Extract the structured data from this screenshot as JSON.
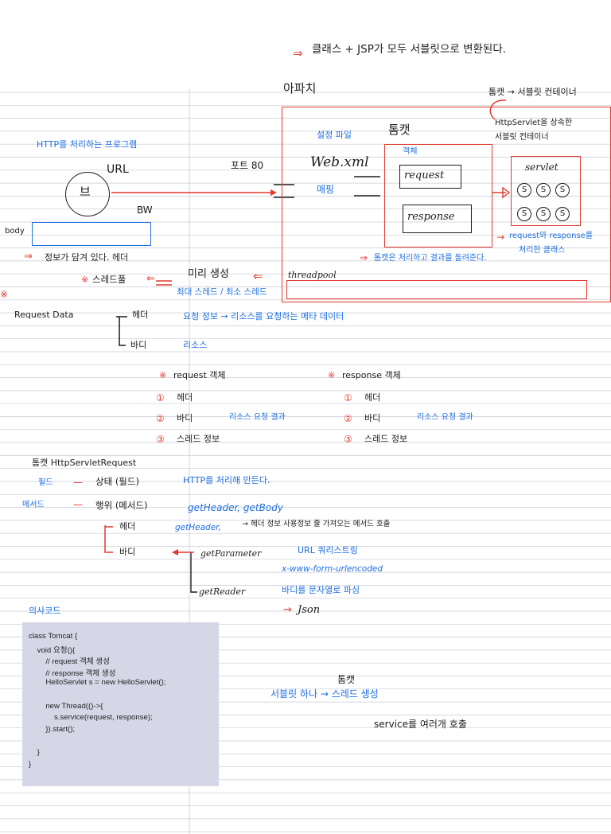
{
  "colors": {
    "ink": "#1c1c1c",
    "pen_blue": "#1f6fe0",
    "pen_red": "#e23a2e",
    "code_bg": "#d5d7e7",
    "rule_line": "#c9cbd6"
  },
  "note": {
    "top_arrow": "⇒",
    "top_line": "클래스 + JSP가 모두 서블릿으로 변환된다.",
    "apache": "아파치",
    "tomcat": "톰캣",
    "tomcat_servlet_container": "톰캣 → 서블릿 컨테이너",
    "httpservlet_container_1": "HttpServlet을 상속한",
    "httpservlet_container_2": "서블릿 컨테이너",
    "http_program": "HTTP를 처리하는 프로그램",
    "url": "URL",
    "browser_circle": "브",
    "bw": "BW",
    "body_label": "body",
    "config_file": "설정 파일",
    "web_xml": "Web.xml",
    "port_80": "포트 80",
    "mapping": "매핑",
    "object": "객체",
    "request_box": "request",
    "response_box": "response",
    "servlet_box": "servlet",
    "servlet_circles": [
      "S",
      "S",
      "S",
      "S",
      "S",
      "S"
    ],
    "servlet_arrow": "→",
    "servlet_desc_1": "request와 response를",
    "servlet_desc_2": "처리한 클래스",
    "box_arrow": "⇒",
    "box_caption": "톰캣은 처리하고 결과를 돌려준다.",
    "thread_pool": "threadpool",
    "arrow_left": "⇐",
    "preset": "미리 생성",
    "max_thread": "최대 스레드 / 최소 스레드",
    "info_arrow": "⇒",
    "info_line": "정보가 담겨 있다. 헤더",
    "thread_pool_star": "※",
    "thread_pool_kr": "스레드풀",
    "left_arrow_small": "⇐",
    "red_mark": "※",
    "request_data": "Request Data",
    "header": "헤더",
    "body": "바디",
    "header_info": "요청 정보 → 리소스를 요청하는 메타 데이터",
    "body_info": "리소스",
    "req_obj_star": "※",
    "req_obj": "request 객체",
    "req_items": [
      {
        "num": "①",
        "text": "헤더",
        "note": ""
      },
      {
        "num": "②",
        "text": "바디",
        "note": "리소스 요청 결과"
      },
      {
        "num": "③",
        "text": "스레드 정보",
        "note": ""
      }
    ],
    "res_obj_star": "※",
    "res_obj": "response 객체",
    "res_items": [
      {
        "num": "①",
        "text": "헤더",
        "note": ""
      },
      {
        "num": "②",
        "text": "바디",
        "note": "리소스 요청 결과"
      },
      {
        "num": "③",
        "text": "스레드 정보",
        "note": ""
      }
    ],
    "tomcat_hsr": "톰캣 HttpServletRequest",
    "field": "필드",
    "dash": "—",
    "state": "상태 (필드)",
    "http_process": "HTTP를 처리해 만든다.",
    "method": "메서드",
    "behavior": "행위 (메서드)",
    "get_header_body": "getHeader, getBody",
    "header2": "헤더",
    "get_header": "getHeader,",
    "header_detail": "→ 헤더 정보 사용정보 줄 가져오는 메서드 호출",
    "body2": "바디",
    "get_parameter": "getParameter",
    "url_query": "URL 쿼리스트링",
    "x_www": "x-www-form-urlencoded",
    "get_reader": "getReader",
    "body_string": "바디를 문자열로 파싱",
    "json_arrow": "→",
    "json": "Json",
    "pseudo_code": "의사코드",
    "tomcat_small": "톰캣",
    "servlet_one": "서블릿 하나 → 스레드 생성",
    "service_call": "service를 여러개 호출"
  },
  "code_lines": [
    "class Tomcat {",
    "    void 요청(){",
    "        // request 객체 생성",
    "        // response 객체 생성",
    "        HelloServlet s = new HelloServlet();",
    "",
    "        new Thread(()->{",
    "            s.service(request, response);",
    "        }).start();",
    "",
    "    }",
    "}"
  ]
}
